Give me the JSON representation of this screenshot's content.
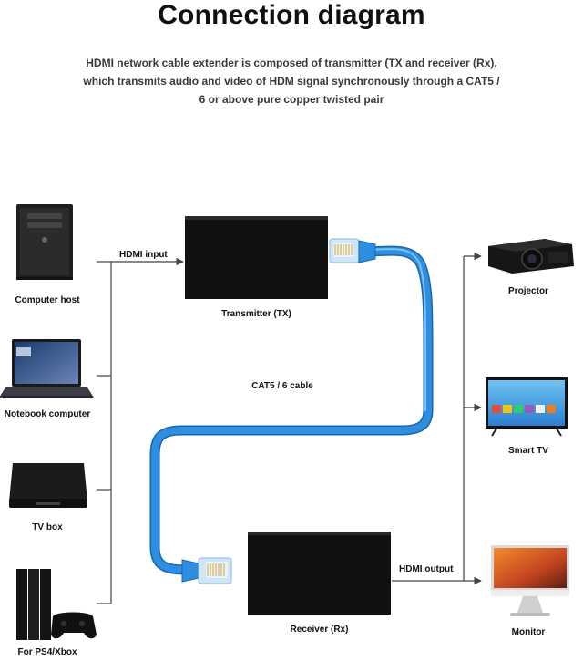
{
  "title": "Connection diagram",
  "subtitle": [
    "HDMI network cable extender is composed of transmitter (TX and receiver (Rx),",
    "which transmits audio and video of HDM signal synchronously  through a CAT5 /",
    "6 or above pure copper twisted pair"
  ],
  "sources": [
    {
      "label": "Computer host",
      "icon": "computer-tower-icon"
    },
    {
      "label": "Notebook computer",
      "icon": "laptop-icon"
    },
    {
      "label": "TV box",
      "icon": "tv-box-icon"
    },
    {
      "label": "For PS4/Xbox",
      "icon": "game-console-icon"
    }
  ],
  "outputs": [
    {
      "label": "Projector",
      "icon": "projector-icon"
    },
    {
      "label": "Smart TV",
      "icon": "smart-tv-icon"
    },
    {
      "label": "Monitor",
      "icon": "monitor-icon"
    }
  ],
  "transmitter_label": "Transmitter (TX)",
  "receiver_label": "Receiver (Rx)",
  "hdmi_input_label": "HDMI input",
  "hdmi_output_label": "HDMI output",
  "cable_label": "CAT5 / 6 cable",
  "colors": {
    "cable": "#2e8fe0",
    "cable_dark": "#1a64b0",
    "device_box": "#111111",
    "line": "#444444"
  }
}
